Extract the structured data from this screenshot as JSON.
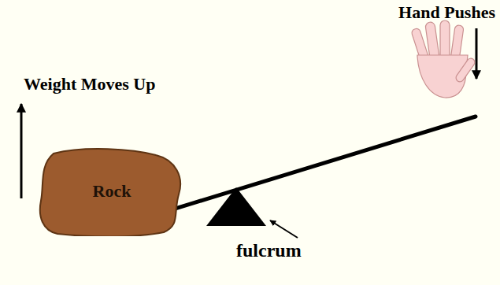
{
  "diagram": {
    "nodes": [
      {
        "text": [
          "Rock"
        ]
      }
    ],
    "labels": [
      "Hand Pushes",
      "Weight Moves Up",
      "fulcrum"
    ]
  }
}
